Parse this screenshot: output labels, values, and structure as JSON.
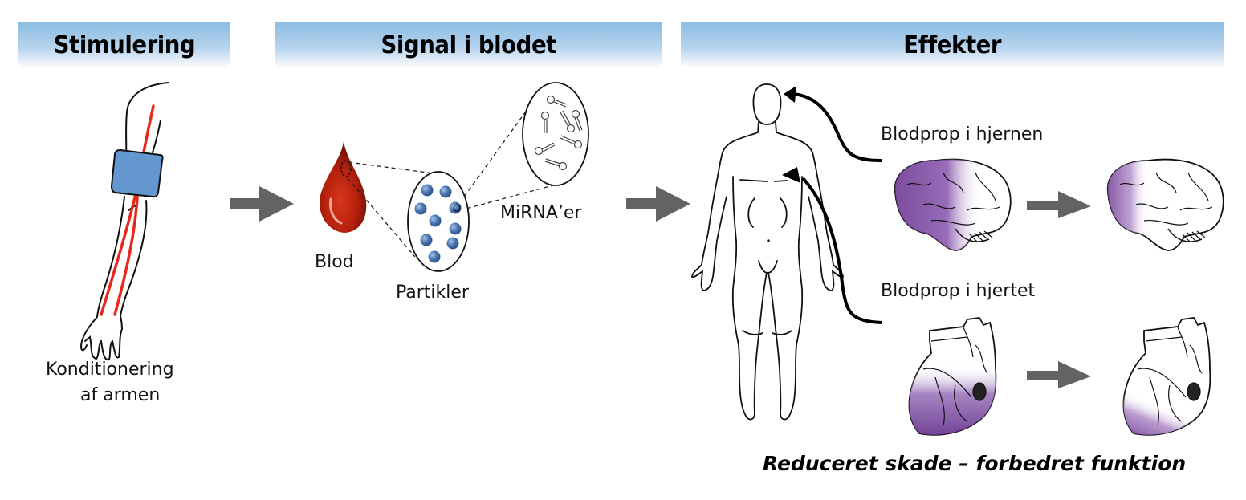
{
  "headers": {
    "stimulation": "Stimulering",
    "signal": "Signal i blodet",
    "effects": "Effekter"
  },
  "stimulation": {
    "label_line1": "Konditionering",
    "label_line2": "af armen"
  },
  "signal": {
    "blood_label": "Blod",
    "particles_label": "Partikler",
    "mirna_label": "MiRNA’er"
  },
  "effects": {
    "brain_label": "Blodprop i hjernen",
    "heart_label": "Blodprop i hjertet",
    "caption": "Reduceret skade – forbedret funktion"
  },
  "colors": {
    "header_gradient_top": "#8bbde2",
    "arrow_gray": "#636363",
    "cuff_blue": "#6496cf",
    "vein_red": "#e8281c",
    "blood_red": "#b5200d",
    "particle_blue": "#4a78b4",
    "damage_purple": "#7b4a9c"
  }
}
